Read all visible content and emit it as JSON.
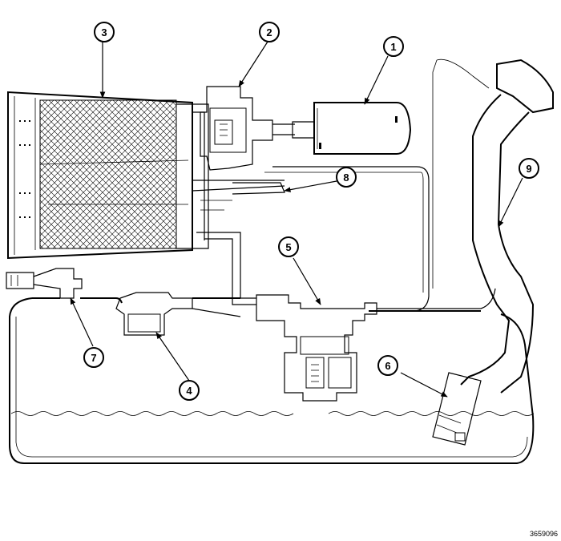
{
  "callouts": [
    "1",
    "2",
    "3",
    "4",
    "5",
    "6",
    "7",
    "8",
    "9"
  ],
  "figure_ref": "3659096"
}
